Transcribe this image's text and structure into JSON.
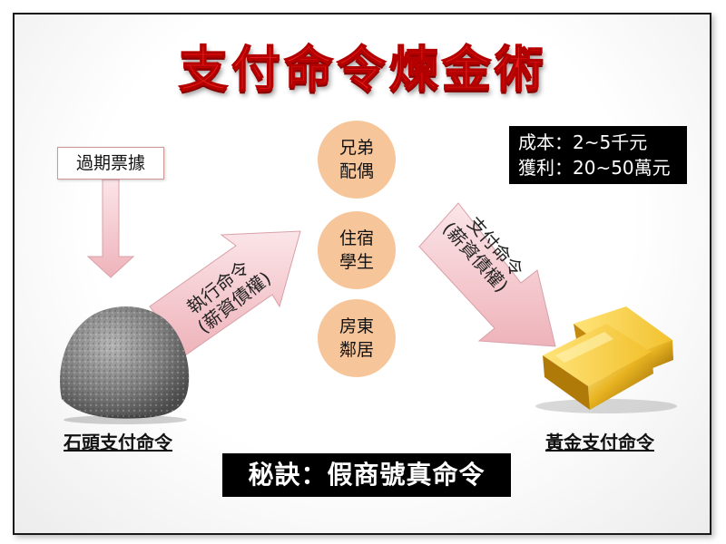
{
  "title": "支付命令煉金術",
  "expired_label": "過期票據",
  "left_arrow": {
    "line1": "執行命令",
    "line2": "(薪資債權)"
  },
  "right_arrow": {
    "line1": "支付命令",
    "line2": "(薪資債權)"
  },
  "circles": [
    {
      "line1": "兄弟",
      "line2": "配偶"
    },
    {
      "line1": "住宿",
      "line2": "學生"
    },
    {
      "line1": "房東",
      "line2": "鄰居"
    }
  ],
  "cost_box": {
    "cost": "成本：2~5千元",
    "profit": "獲利：20~50萬元"
  },
  "stone_caption": "石頭支付命令",
  "gold_caption": "黃金支付命令",
  "secret": "秘訣：假商號真命令",
  "colors": {
    "title": "#ea1c1c",
    "arrow": "#f6cfd3",
    "circle": "#f7c59a",
    "gold": "#e8b422",
    "stone": "#8c8c8c"
  }
}
